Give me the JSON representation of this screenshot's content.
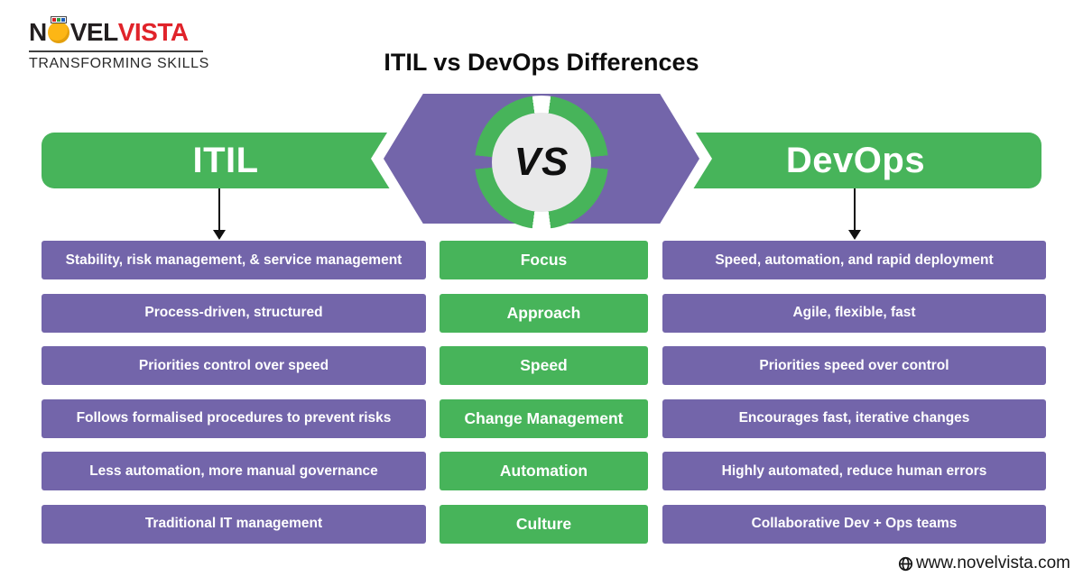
{
  "logo": {
    "part1": "N",
    "part2": "VEL",
    "part3": "VISTA",
    "tagline": "TRANSFORMING SKILLS"
  },
  "title": "ITIL vs DevOps Differences",
  "banner": {
    "left_label": "ITIL",
    "vs_label": "VS",
    "right_label": "DevOps"
  },
  "comparison": {
    "rows": [
      {
        "itil": "Stability, risk management, & service management",
        "category": "Focus",
        "devops": "Speed, automation, and rapid deployment"
      },
      {
        "itil": "Process-driven, structured",
        "category": "Approach",
        "devops": "Agile, flexible, fast"
      },
      {
        "itil": "Priorities control over speed",
        "category": "Speed",
        "devops": "Priorities speed over control"
      },
      {
        "itil": "Follows formalised procedures to prevent risks",
        "category": "Change Management",
        "devops": "Encourages fast, iterative changes"
      },
      {
        "itil": "Less automation, more manual governance",
        "category": "Automation",
        "devops": "Highly automated, reduce human errors"
      },
      {
        "itil": "Traditional IT management",
        "category": "Culture",
        "devops": "Collaborative Dev + Ops teams"
      }
    ]
  },
  "footer": {
    "website": "www.novelvista.com"
  },
  "colors": {
    "green": "#47b45a",
    "purple": "#7365aa",
    "vs_circle_gray": "#e9e9ea",
    "logo_red": "#e0232a",
    "logo_dark": "#231f20",
    "arrow_black": "#111111"
  }
}
